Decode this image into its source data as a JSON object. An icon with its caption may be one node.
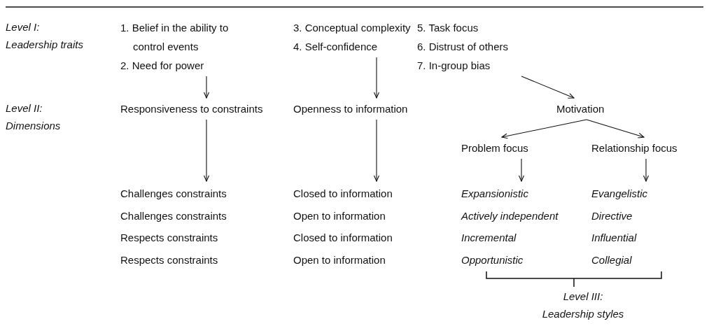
{
  "diagram": {
    "nodes": [
      {
        "text": [
          "1. Belief in the ability to control events",
          "2. Need for power"
        ]
      },
      {
        "text": [
          "3. Conceptual complexity",
          "4. Self-confidence"
        ]
      },
      {
        "text": [
          "5. Task focus",
          "6. Distrust of others",
          "7. In-group bias"
        ]
      },
      {
        "text": [
          "Responsiveness to constraints"
        ]
      },
      {
        "text": [
          "Openness to information"
        ]
      },
      {
        "text": [
          "Motivation"
        ]
      },
      {
        "text": [
          "Problem focus"
        ]
      },
      {
        "text": [
          "Relationship focus"
        ]
      },
      {
        "text": [
          "Challenges constraints",
          "Challenges constraints",
          "Respects constraints",
          "Respects constraints"
        ]
      },
      {
        "text": [
          "Closed to information",
          "Open to information",
          "Closed to information",
          "Open to information"
        ]
      },
      {
        "text": [
          "Expansionistic",
          "Actively independent",
          "Incremental",
          "Opportunistic"
        ]
      },
      {
        "text": [
          "Evangelistic",
          "Directive",
          "Influential",
          "Collegial"
        ]
      }
    ],
    "edges": [
      {
        "from": 0,
        "to": 3,
        "arrow": "to"
      },
      {
        "from": 1,
        "to": 4,
        "arrow": "to"
      },
      {
        "from": 2,
        "to": 5,
        "arrow": "to"
      },
      {
        "from": 5,
        "to": 6,
        "arrow": "to"
      },
      {
        "from": 5,
        "to": 7,
        "arrow": "to"
      },
      {
        "from": 3,
        "to": 8,
        "arrow": "to"
      },
      {
        "from": 4,
        "to": 9,
        "arrow": "to"
      },
      {
        "from": 6,
        "to": 10,
        "arrow": "to"
      },
      {
        "from": 7,
        "to": 11,
        "arrow": "to"
      }
    ],
    "labels": [
      "Level I: Leadership traits",
      "Level II: Dimensions",
      "Level III: Leadership styles"
    ]
  }
}
